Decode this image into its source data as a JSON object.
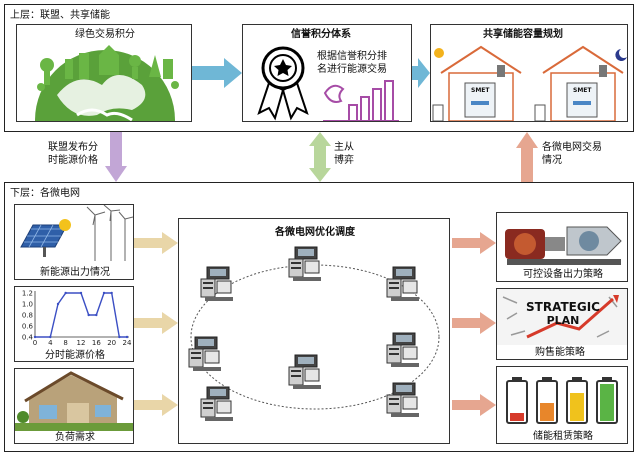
{
  "upper": {
    "title": "上层：联盟、共享储能",
    "green_trading": {
      "label": "绿色交易积分"
    },
    "credit_system": {
      "title": "信誉积分体系",
      "desc_line1": "根据信誉积分排",
      "desc_line2": "名进行能源交易"
    },
    "shared_storage": {
      "title": "共享储能容量规划",
      "brand": "SMET"
    }
  },
  "arrows": {
    "left_line1": "联盟发布分",
    "left_line2": "时能源价格",
    "mid_line1": "主从",
    "mid_line2": "博弈",
    "right_line1": "各微电网交易",
    "right_line2": "情况"
  },
  "lower": {
    "title": "下层：各微电网",
    "renewable": {
      "label": "新能源出力情况"
    },
    "price": {
      "label": "分时能源价格",
      "yticks": [
        "1.2",
        "1.0",
        "0.8",
        "0.6",
        "0.4"
      ],
      "xticks": [
        "0",
        "4",
        "8",
        "12",
        "16",
        "20",
        "24"
      ]
    },
    "load": {
      "label": "负荷需求"
    },
    "center": {
      "title": "各微电网优化调度"
    },
    "controllable": {
      "label": "可控设备出力策略"
    },
    "strategy": {
      "label": "购售能策略",
      "line1": "STRATEGIC",
      "line2": "PLAN"
    },
    "storage_lease": {
      "label": "储能租赁策略"
    }
  },
  "chart_data": {
    "type": "line",
    "title": "",
    "xlabel": "",
    "ylabel": "",
    "x": [
      0,
      4,
      6,
      8,
      12,
      14,
      16,
      18,
      20,
      22,
      24
    ],
    "y": [
      0.4,
      0.4,
      1.0,
      1.2,
      1.2,
      0.8,
      0.8,
      1.2,
      1.2,
      0.4,
      0.4
    ],
    "xlim": [
      0,
      24
    ],
    "ylim": [
      0.4,
      1.2
    ],
    "xticks": [
      0,
      4,
      8,
      12,
      16,
      20,
      24
    ],
    "yticks": [
      0.4,
      0.6,
      0.8,
      1.0,
      1.2
    ],
    "grid": false,
    "color": "#3b4fc4"
  },
  "colors": {
    "arrow_blue": "#6fb7d6",
    "arrow_purple": "#c2a6d6",
    "arrow_green": "#b8d69b",
    "arrow_tan": "#e9d6a8",
    "arrow_salmon": "#e6a690"
  }
}
